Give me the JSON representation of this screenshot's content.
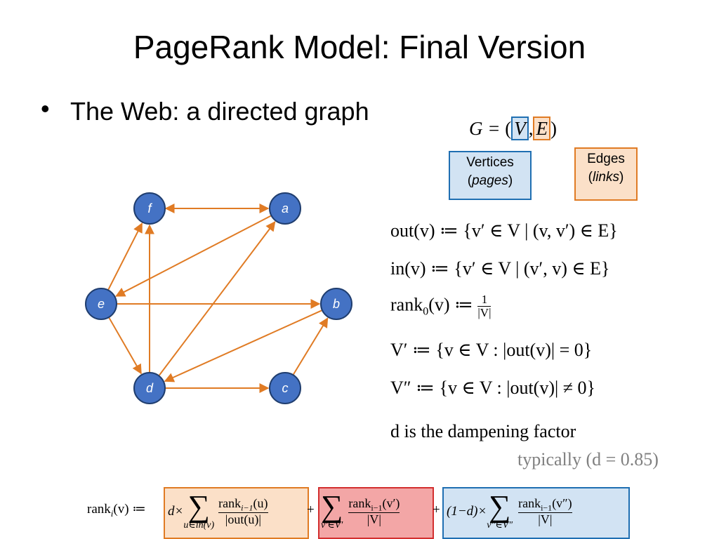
{
  "slide": {
    "title": "PageRank Model: Final Version",
    "bullet": "The Web: a directed graph"
  },
  "graph": {
    "nodes": [
      {
        "id": "f",
        "label": "f"
      },
      {
        "id": "a",
        "label": "a"
      },
      {
        "id": "e",
        "label": "e"
      },
      {
        "id": "b",
        "label": "b"
      },
      {
        "id": "d",
        "label": "d"
      },
      {
        "id": "c",
        "label": "c"
      }
    ],
    "edges": [
      {
        "from": "f",
        "to": "a",
        "bidirectional": true
      },
      {
        "from": "e",
        "to": "f"
      },
      {
        "from": "a",
        "to": "e"
      },
      {
        "from": "e",
        "to": "b"
      },
      {
        "from": "e",
        "to": "d"
      },
      {
        "from": "d",
        "to": "f"
      },
      {
        "from": "d",
        "to": "a"
      },
      {
        "from": "b",
        "to": "d"
      },
      {
        "from": "d",
        "to": "c"
      },
      {
        "from": "c",
        "to": "b"
      }
    ],
    "colors": {
      "node_fill": "#4472c4",
      "node_stroke": "#1f3d6e",
      "edge": "#e07b24"
    }
  },
  "definitions": {
    "graph_lhs": "G = ",
    "graph_open": "(",
    "graph_V": "V",
    "graph_comma": ",",
    "graph_E": "E",
    "graph_close": ")",
    "vertices_label": "Vertices",
    "vertices_sub": "pages",
    "edges_label": "Edges",
    "edges_sub": "links",
    "out": "out(v) ≔ {v′ ∈ V | (v, v′) ∈ E}",
    "in": "in(v) ≔ {v′ ∈ V | (v′, v) ∈ E}",
    "rank0_lhs": "rank",
    "rank0_sub": "0",
    "rank0_rest": "(v) ≔ ",
    "rank0_num": "1",
    "rank0_den": "|V|",
    "vprime": "V′ ≔ {v ∈ V : |out(v)| = 0}",
    "vdprime": "V″ ≔ {v ∈ V : |out(v)| ≠ 0}",
    "damp": "d is the dampening factor",
    "typical": "typically (d = 0.85)"
  },
  "rank_formula": {
    "lhs": "rank",
    "lhs_sub": "i",
    "lhs_rest": "(v) ≔",
    "t1_prefix": "d×",
    "t1_sum_sub": "u∈in(v)",
    "t1_num": "rank",
    "t1_num_sub": "i−1",
    "t1_num_rest": "(u)",
    "t1_den": "|out(u)|",
    "plus1": "+",
    "t2_sum_sub": "v′∈V′",
    "t2_num": "rank",
    "t2_num_sub": "i−1",
    "t2_num_rest": "(v′)",
    "t2_den": "|V|",
    "plus2": "+",
    "t3_prefix": "(1−d)×",
    "t3_sum_sub": "v″∈V″",
    "t3_num": "rank",
    "t3_num_sub": "i−1",
    "t3_num_rest": "(v″)",
    "t3_den": "|V|",
    "colors": {
      "orange": "#e07b24",
      "red": "#d32f2f",
      "blue": "#1f6fb2"
    }
  }
}
